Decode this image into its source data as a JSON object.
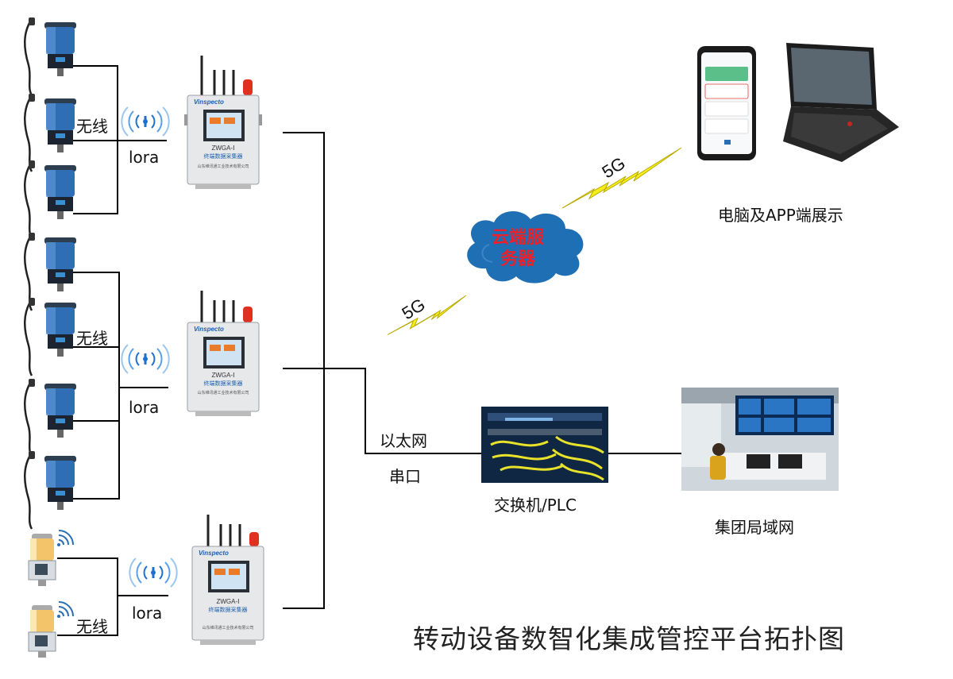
{
  "labels": {
    "wireless": "无线",
    "lora": "lora",
    "ethernet": "以太网",
    "serial": "串口",
    "switch": "交换机/PLC",
    "lan": "集团局域网",
    "display": "电脑及APP端展示",
    "cloud_line1": "云端服",
    "cloud_line2": "务器",
    "fiveg": "5G"
  },
  "collector": {
    "brand": "Vinspecto",
    "model": "ZWGA-Ⅰ",
    "name": "终端数据采集器",
    "company": "山东维讯通工业技术有限公司"
  },
  "title": "转动设备数智化集成管控平台拓扑图",
  "colors": {
    "cloud": "#1f6fb5",
    "cloud_text": "#e8212b",
    "lightning": "#f3ee1a",
    "line": "#000000"
  }
}
